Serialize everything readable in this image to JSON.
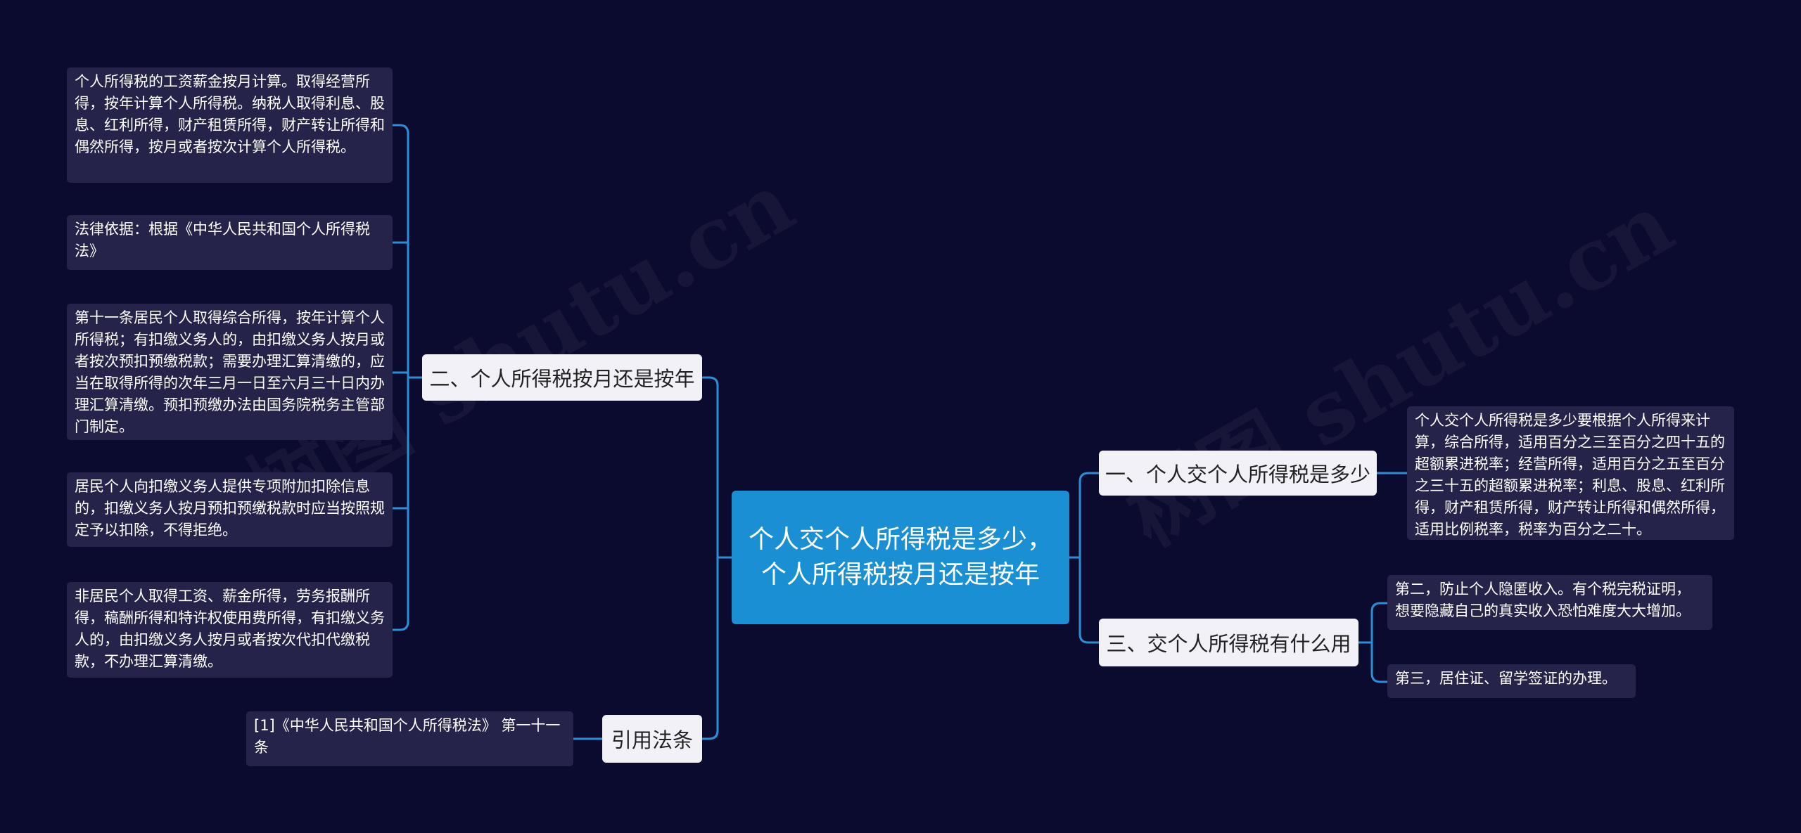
{
  "watermark": [
    "树图 shutu.cn",
    "树图 shutu.cn"
  ],
  "root": {
    "label": "个人交个人所得税是多少，个人所得税按月还是按年"
  },
  "right": [
    {
      "label": "一、个人交个人所得税是多少",
      "children": [
        "个人交个人所得税是多少要根据个人所得来计算，综合所得，适用百分之三至百分之四十五的超额累进税率；经营所得，适用百分之五至百分之三十五的超额累进税率；利息、股息、红利所得，财产租赁所得，财产转让所得和偶然所得，适用比例税率，税率为百分之二十。"
      ]
    },
    {
      "label": "三、交个人所得税有什么用",
      "children": [
        "第二，防止个人隐匿收入。有个税完税证明，想要隐藏自己的真实收入恐怕难度大大增加。",
        "第三，居住证、留学签证的办理。"
      ]
    }
  ],
  "left": [
    {
      "label": "二、个人所得税按月还是按年",
      "children": [
        "个人所得税的工资薪金按月计算。取得经营所得，按年计算个人所得税。纳税人取得利息、股息、红利所得，财产租赁所得，财产转让所得和偶然所得，按月或者按次计算个人所得税。",
        "法律依据：根据《中华人民共和国个人所得税法》",
        "第十一条居民个人取得综合所得，按年计算个人所得税；有扣缴义务人的，由扣缴义务人按月或者按次预扣预缴税款；需要办理汇算清缴的，应当在取得所得的次年三月一日至六月三十日内办理汇算清缴。预扣预缴办法由国务院税务主管部门制定。",
        "居民个人向扣缴义务人提供专项附加扣除信息的，扣缴义务人按月预扣预缴税款时应当按照规定予以扣除，不得拒绝。",
        "非居民个人取得工资、薪金所得，劳务报酬所得，稿酬所得和特许权使用费所得，有扣缴义务人的，由扣缴义务人按月或者按次代扣代缴税款，不办理汇算清缴。"
      ]
    },
    {
      "label": "引用法条",
      "children": [
        "[1]《中华人民共和国个人所得税法》 第一十一条"
      ]
    }
  ],
  "colors": {
    "background": "#0b0a2f",
    "root": "#1a8fd3",
    "branch": "#f2f1f8",
    "leaf": "#25234a",
    "connector": "#2c8fd6"
  }
}
